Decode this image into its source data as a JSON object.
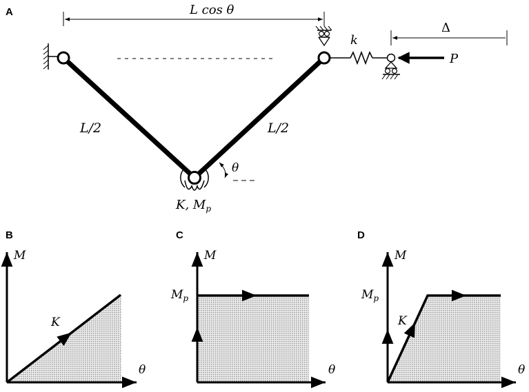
{
  "panels": {
    "a": {
      "letter": "A",
      "dim_top": "L cos θ",
      "dim_delta": "Δ",
      "spring_k": "k",
      "load_p": "P",
      "left_bar": "L/2",
      "right_bar": "L/2",
      "angle": "θ",
      "hinge_label": {
        "k": "K",
        "sep": ", ",
        "m": "M",
        "sub": "p"
      }
    },
    "b": {
      "letter": "B",
      "y_axis": "M",
      "x_axis": "θ",
      "slope": "K"
    },
    "c": {
      "letter": "C",
      "y_axis": "M",
      "x_axis": "θ",
      "level": {
        "m": "M",
        "sub": "p"
      }
    },
    "d": {
      "letter": "D",
      "y_axis": "M",
      "x_axis": "θ",
      "slope": "K",
      "level": {
        "m": "M",
        "sub": "p"
      }
    }
  },
  "colors": {
    "ink": "#000000",
    "stipple": "#b9b9b9",
    "background": "#ffffff"
  }
}
